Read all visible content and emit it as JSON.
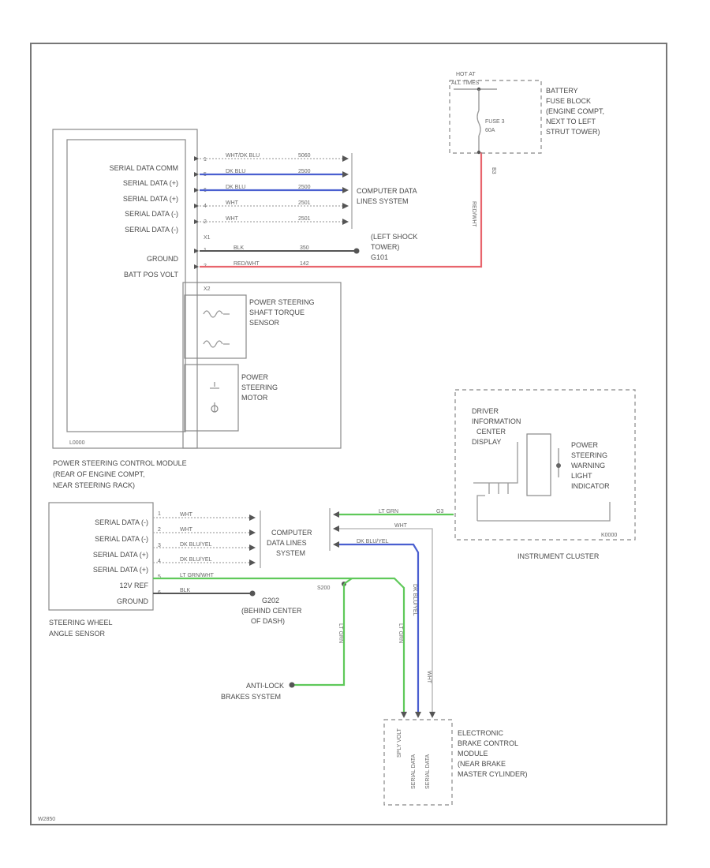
{
  "diagram": {
    "code": "W2850",
    "colors": {
      "red": "#e8656d",
      "blue": "#4a5fd0",
      "green": "#5fc95a",
      "gray": "#9a9a9a",
      "dark": "#555555",
      "frame": "#777777"
    }
  },
  "pscm": {
    "pins": [
      "SERIAL DATA COMM",
      "SERIAL DATA (+)",
      "SERIAL DATA (+)",
      "SERIAL DATA (-)",
      "SERIAL DATA (-)",
      "GROUND",
      "BATT POS VOLT"
    ],
    "title_lines": [
      "POWER STEERING CONTROL MODULE",
      "(REAR OF ENGINE COMPT,",
      "NEAR STEERING RACK)"
    ],
    "code": "L0000",
    "conn_top": "X1",
    "conn_bottom": "X2",
    "pin_numbers": [
      "1",
      "5",
      "6",
      "4",
      "2",
      "1",
      "2"
    ],
    "wire_labels": [
      "WHT/DK BLU",
      "DK BLU",
      "DK BLU",
      "WHT",
      "WHT",
      "BLK",
      "RED/WHT"
    ],
    "circuit_numbers": [
      "5060",
      "2500",
      "2500",
      "2501",
      "2501",
      "350",
      "142"
    ],
    "torque_sensor_lines": [
      "POWER STEERING",
      "SHAFT TORQUE",
      "SENSOR"
    ],
    "motor_lines": [
      "POWER",
      "STEERING",
      "MOTOR"
    ]
  },
  "computer_data_top_lines": [
    "COMPUTER DATA",
    "LINES SYSTEM"
  ],
  "shock_tower_lines": [
    "(LEFT SHOCK",
    "TOWER)",
    "G101"
  ],
  "fuse": {
    "hot_lines": [
      "HOT AT",
      "ALL TIMES"
    ],
    "fuse_lines": [
      "FUSE 3",
      "60A"
    ],
    "block_lines": [
      "BATTERY",
      "FUSE BLOCK",
      "(ENGINE COMPT,",
      "NEXT TO LEFT",
      "STRUT TOWER)"
    ],
    "red_wire_label": "RED/WHT",
    "wire_pin": "B3"
  },
  "instrument": {
    "dic_lines": [
      "DRIVER",
      "INFORMATION",
      "CENTER",
      "DISPLAY"
    ],
    "ps_lines": [
      "POWER",
      "STEERING",
      "WARNING",
      "LIGHT",
      "INDICATOR"
    ],
    "code": "K0000",
    "title": "INSTRUMENT CLUSTER",
    "green_label": "LT GRN",
    "green_pin": "G3"
  },
  "swas": {
    "pins": [
      "SERIAL DATA (-)",
      "SERIAL DATA (-)",
      "SERIAL DATA (+)",
      "SERIAL DATA (+)",
      "12V REF",
      "GROUND"
    ],
    "pin_numbers": [
      "1",
      "2",
      "3",
      "4",
      "5",
      "6"
    ],
    "wire_labels": [
      "WHT",
      "WHT",
      "DK BLU/YEL",
      "DK BLU/YEL",
      "LT GRN/WHT",
      "BLK"
    ],
    "title_lines": [
      "STEERING WHEEL",
      "ANGLE SENSOR"
    ]
  },
  "computer_data_mid_lines": [
    "COMPUTER",
    "DATA LINES",
    "SYSTEM"
  ],
  "mid_wire_labels": [
    "WHT",
    "DK BLU/YEL"
  ],
  "ground_g202_lines": [
    "G202",
    "(BEHIND CENTER",
    "OF DASH)"
  ],
  "splice": "S200",
  "abs_lines": [
    "ANTI-LOCK",
    "BRAKES SYSTEM"
  ],
  "ebcm": {
    "pins": [
      "SPLY VOLT",
      "SERIAL DATA",
      "SERIAL DATA"
    ],
    "title_lines": [
      "ELECTRONIC",
      "BRAKE CONTROL",
      "MODULE",
      "(NEAR BRAKE",
      "MASTER CYLINDER)"
    ]
  },
  "vertical_labels": {
    "green_left": "LT GRN",
    "green_mid": "LT GRN",
    "blue": "DK BLU/YEL",
    "white": "WHT"
  }
}
